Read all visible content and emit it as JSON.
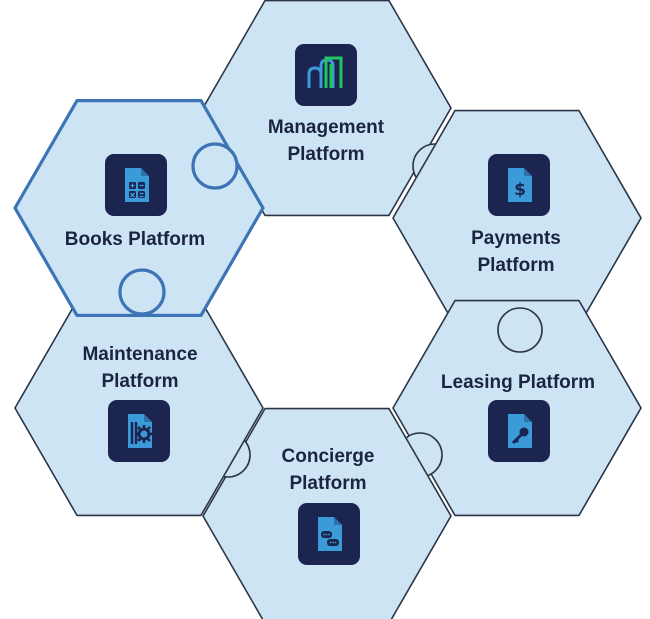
{
  "diagram": {
    "pieces": [
      {
        "id": "management",
        "label": "Management Platform",
        "lines": [
          "Management",
          "Platform"
        ],
        "icon": "buildings-icon",
        "selected": false
      },
      {
        "id": "payments",
        "label": "Payments Platform",
        "lines": [
          "Payments",
          "Platform"
        ],
        "icon": "dollar-document-icon",
        "selected": false
      },
      {
        "id": "leasing",
        "label": "Leasing Platform",
        "lines": [
          "Leasing Platform"
        ],
        "icon": "key-document-icon",
        "selected": false
      },
      {
        "id": "concierge",
        "label": "Concierge Platform",
        "lines": [
          "Concierge",
          "Platform"
        ],
        "icon": "chat-document-icon",
        "selected": false
      },
      {
        "id": "maintenance",
        "label": "Maintenance Platform",
        "lines": [
          "Maintenance",
          "Platform"
        ],
        "icon": "gear-document-icon",
        "selected": false
      },
      {
        "id": "books",
        "label": "Books Platform",
        "lines": [
          "Books Platform"
        ],
        "icon": "calculator-document-icon",
        "selected": true
      }
    ],
    "colors": {
      "piece_fill": "#cde4f4",
      "piece_outline": "#2a3547",
      "selected_outline": "#3d74b5",
      "icon_tile": "#1b2550",
      "icon_accent_green": "#22c55e",
      "icon_accent_blue": "#3b9bd9",
      "text": "#1b2540"
    }
  }
}
